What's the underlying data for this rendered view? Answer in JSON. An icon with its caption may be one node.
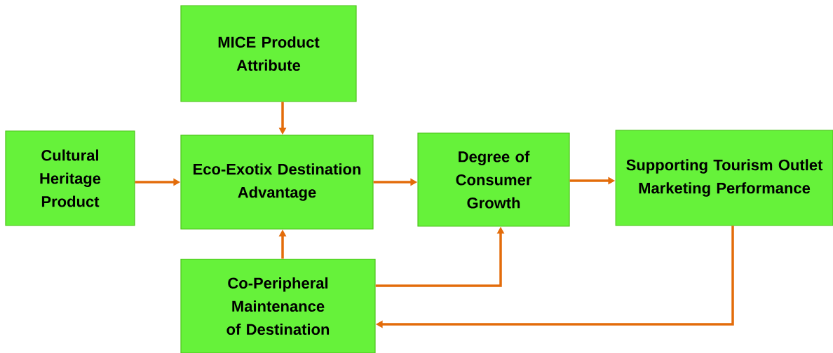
{
  "diagram": {
    "nodes": [
      {
        "text": [
          "MICE Product Attribute"
        ]
      },
      {
        "text": [
          "Cultural Heritage Product"
        ]
      },
      {
        "text": [
          "Eco-Exotix Destination Advantage"
        ]
      },
      {
        "text": [
          "Degree of Consumer Growth"
        ]
      },
      {
        "text": [
          "Supporting Tourism Outlet Marketing Performance"
        ]
      },
      {
        "text": [
          "Co-Peripheral Maintenance of Destination"
        ]
      }
    ],
    "edges": [
      {
        "from": 0,
        "to": 2,
        "arrow": "to"
      },
      {
        "from": 1,
        "to": 2,
        "arrow": "to"
      },
      {
        "from": 2,
        "to": 3,
        "arrow": "to"
      },
      {
        "from": 3,
        "to": 4,
        "arrow": "to"
      },
      {
        "from": 5,
        "to": 2,
        "arrow": "to"
      },
      {
        "from": 5,
        "to": 3,
        "arrow": "to"
      },
      {
        "from": 4,
        "to": 5,
        "arrow": "to"
      }
    ]
  }
}
